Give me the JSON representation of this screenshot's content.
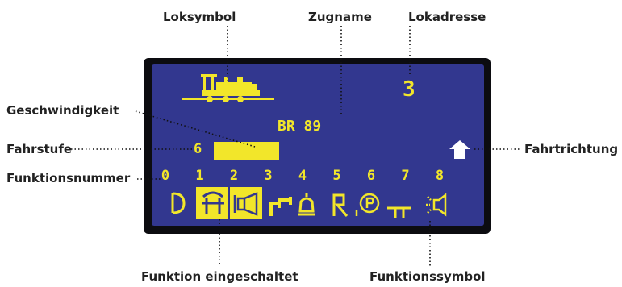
{
  "callouts": {
    "loksymbol": "Loksymbol",
    "zugname": "Zugname",
    "lokadresse": "Lokadresse",
    "geschwindigkeit": "Geschwindigkeit",
    "fahrstufe": "Fahrstufe",
    "fahrtrichtung": "Fahrtrichtung",
    "funktionsnummer": "Funktionsnummer",
    "funktion_eingeschaltet": "Funktion eingeschaltet",
    "funktionssymbol": "Funktionssymbol"
  },
  "display": {
    "address": "3",
    "train_name": "BR 89",
    "speed_step": "6",
    "speed_fraction": 0.3,
    "direction": "forward",
    "function_numbers": [
      "0",
      "1",
      "2",
      "3",
      "4",
      "5",
      "6",
      "7",
      "8"
    ],
    "functions": [
      {
        "number": "0",
        "icon": "headlight-icon",
        "active": false
      },
      {
        "number": "1",
        "icon": "cab-light-icon",
        "active": true
      },
      {
        "number": "2",
        "icon": "horn-icon",
        "active": true
      },
      {
        "number": "3",
        "icon": "steam-whistle-icon",
        "active": false
      },
      {
        "number": "4",
        "icon": "bell-icon",
        "active": false
      },
      {
        "number": "5",
        "icon": "coupler-icon",
        "active": false
      },
      {
        "number": "6",
        "icon": "announcement-icon",
        "active": false
      },
      {
        "number": "7",
        "icon": "platform-icon",
        "active": false
      },
      {
        "number": "8",
        "icon": "sound-icon",
        "active": false
      }
    ]
  },
  "colors": {
    "lcd_background": "#32378f",
    "lcd_foreground": "#f2e62a",
    "frame": "#0c0c10",
    "label_text": "#222222",
    "leader_line": "#111111"
  }
}
